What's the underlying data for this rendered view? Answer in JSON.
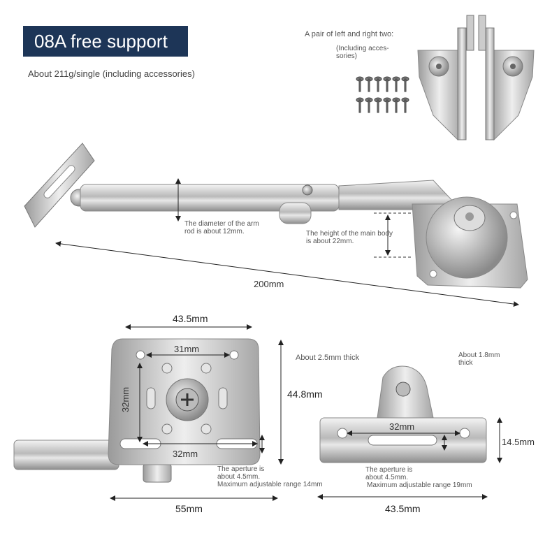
{
  "title": "08A free support",
  "weight_note": "About 211g/single (including accessories)",
  "pair_note": "A pair of left and right two:",
  "accessories_note": [
    "(Including acces-",
    "sories)"
  ],
  "arm_rod_note": [
    "The diameter of the arm",
    "rod is about 12mm."
  ],
  "main_body_note": [
    "The height of the main body",
    "is about 22mm."
  ],
  "length_label": "200mm",
  "base_plate": {
    "width_top": "43.5mm",
    "hole_spacing_top": "31mm",
    "hole_spacing_side": "32mm",
    "hole_spacing_bottom": "32mm",
    "height": "44.8mm",
    "width_bottom": "55mm",
    "thickness_note": "About 2.5mm thick",
    "aperture_note": [
      "The aperture is",
      "about 4.5mm."
    ],
    "range_note": "Maximum adjustable range 14mm"
  },
  "bracket": {
    "thickness_note": [
      "About 1.8mm",
      "thick"
    ],
    "hole_spacing": "32mm",
    "height": "14.5mm",
    "width": "43.5mm",
    "aperture_note": [
      "The aperture is",
      "about 4.5mm."
    ],
    "range_note": "Maximum adjustable range 19mm"
  }
}
